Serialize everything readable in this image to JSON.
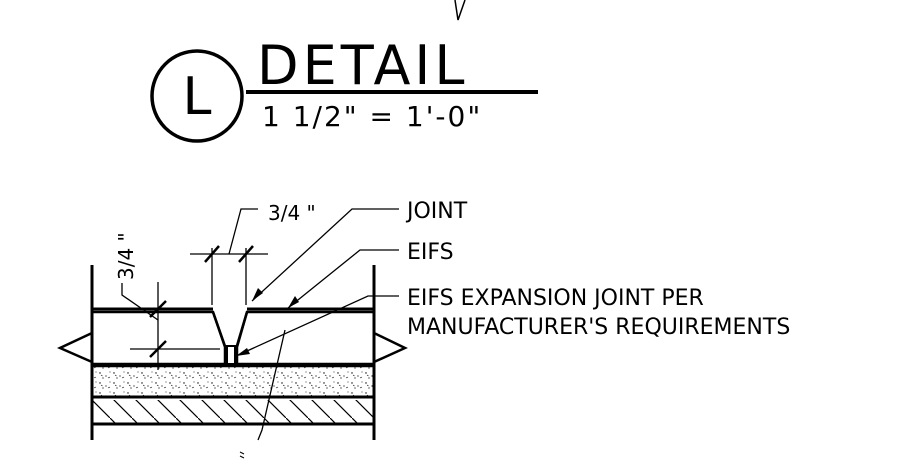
{
  "detail": {
    "tag_letter": "L",
    "title": "DETAIL",
    "scale": "1 1/2\" = 1'-0\""
  },
  "dimensions": {
    "horizontal": "3/4 \"",
    "vertical": "3/4 \""
  },
  "callouts": {
    "joint": "JOINT",
    "eifs": "EIFS",
    "expansion_line1": "EIFS EXPANSION JOINT PER",
    "expansion_line2": "MANUFACTURER'S REQUIREMENTS"
  },
  "colors": {
    "linework": "#000000",
    "background": "#ffffff"
  }
}
